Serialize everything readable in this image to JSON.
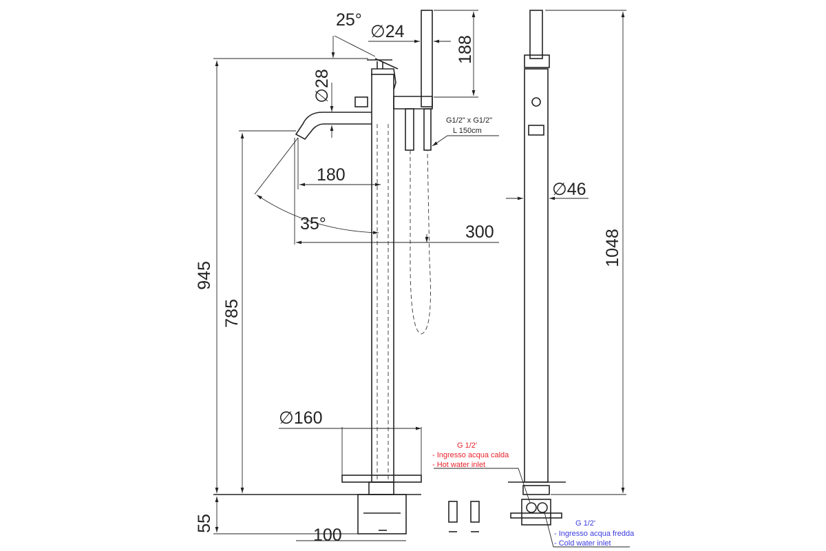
{
  "drawing": {
    "dimensions": {
      "handle_angle": "25°",
      "shower_diameter": "∅24",
      "shower_length": "188",
      "spout_diameter": "∅28",
      "spout_reach": "180",
      "spout_angle": "35°",
      "shower_reach": "300",
      "column_diameter": "∅46",
      "total_height": "1048",
      "handle_height": "945",
      "spout_height": "785",
      "base_diameter": "∅160",
      "box_depth": "55",
      "box_width": "100"
    },
    "hose_note": {
      "line1": "G1/2\" x G1/2\"",
      "line2": "L 150cm"
    },
    "hot_inlet": {
      "thread": "G 1/2'",
      "it": "- Ingresso acqua calda",
      "en": "- Hot water inlet",
      "color": "#e8212a"
    },
    "cold_inlet": {
      "thread": "G 1/2'",
      "it": "- Ingresso acqua fredda",
      "en": "- Cold water inlet",
      "color": "#3a3ae0"
    }
  }
}
